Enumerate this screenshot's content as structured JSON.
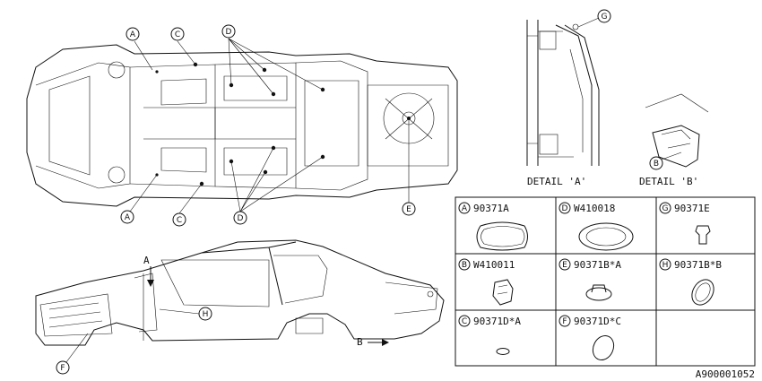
{
  "callouts": {
    "A": "A",
    "B": "B",
    "C": "C",
    "D": "D",
    "E": "E",
    "F": "F",
    "G": "G",
    "H": "H"
  },
  "details": {
    "detail_a": "DETAIL 'A'",
    "detail_b": "DETAIL 'B'"
  },
  "arrows": {
    "view_a": "A",
    "view_b": "B"
  },
  "parts": [
    {
      "key": "A",
      "code": "90371A"
    },
    {
      "key": "D",
      "code": "W410018"
    },
    {
      "key": "G",
      "code": "90371E"
    },
    {
      "key": "B",
      "code": "W410011"
    },
    {
      "key": "E",
      "code": "90371B*A"
    },
    {
      "key": "H",
      "code": "90371B*B"
    },
    {
      "key": "C",
      "code": "90371D*A"
    },
    {
      "key": "F",
      "code": "90371D*C"
    }
  ],
  "figure_id": "A900001052"
}
